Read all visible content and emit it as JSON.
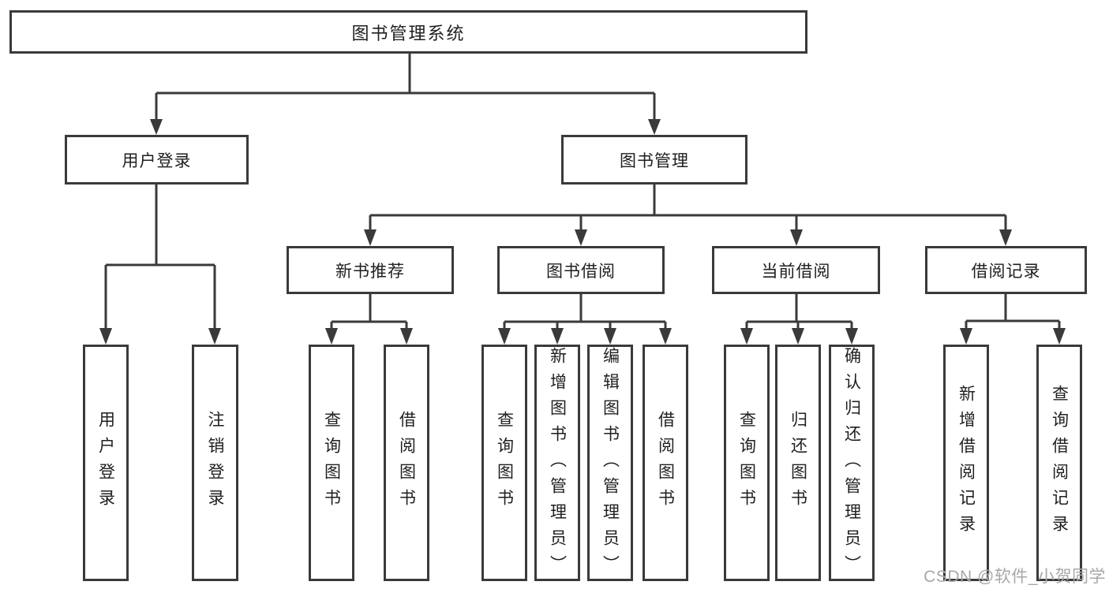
{
  "colors": {
    "line": "#3a3a3a",
    "node_text": "#1f1f1f",
    "node_fill": "#ffffff",
    "watermark_text": "#a7a7a9",
    "background": "#ffffff"
  },
  "diagram": {
    "root": {
      "label": "图书管理系统"
    },
    "branches": [
      {
        "label": "用户登录",
        "children": [
          {
            "label": "用户登录"
          },
          {
            "label": "注销登录"
          }
        ]
      },
      {
        "label": "图书管理",
        "children": [
          {
            "label": "新书推荐",
            "children": [
              {
                "label": "查询图书"
              },
              {
                "label": "借阅图书"
              }
            ]
          },
          {
            "label": "图书借阅",
            "children": [
              {
                "label": "查询图书"
              },
              {
                "label": "新增图书（管理员）"
              },
              {
                "label": "编辑图书（管理员）"
              },
              {
                "label": "借阅图书"
              }
            ]
          },
          {
            "label": "当前借阅",
            "children": [
              {
                "label": "查询图书"
              },
              {
                "label": "归还图书"
              },
              {
                "label": "确认归还（管理员）"
              }
            ]
          },
          {
            "label": "借阅记录",
            "children": [
              {
                "label": "新增借阅记录"
              },
              {
                "label": "查询借阅记录"
              }
            ]
          }
        ]
      }
    ]
  },
  "watermark": {
    "text": "CSDN @软件_小贺同学"
  }
}
